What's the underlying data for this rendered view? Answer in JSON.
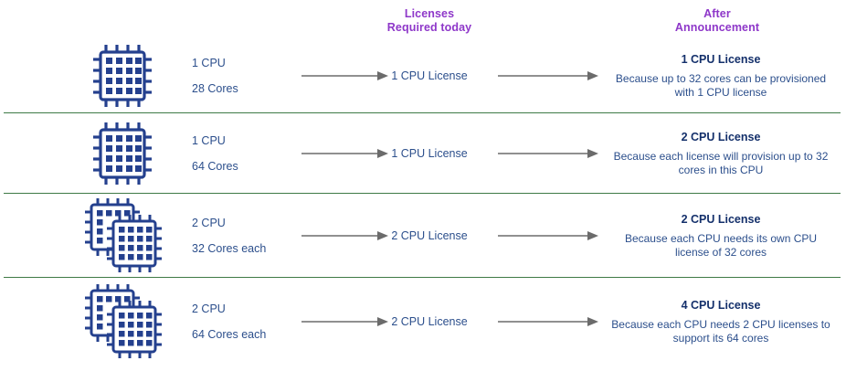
{
  "headers": {
    "middle_line1": "Licenses",
    "middle_line2": "Required today",
    "right_line1": "After",
    "right_line2": "Announcement"
  },
  "colors": {
    "header_purple": "#8E37C9",
    "body_blue": "#2C4F8C",
    "title_navy": "#14306B",
    "divider_green": "#3E7A46",
    "arrow_gray": "#6B6B6B",
    "chip_blue": "#24408E"
  },
  "rows": [
    {
      "icon": "cpu-chip-single-icon",
      "chip_count": 1,
      "cpu_count": "1 CPU",
      "cores": "28 Cores",
      "license_today": "1 CPU License",
      "result_title": "1 CPU License",
      "result_desc": "Because up to 32 cores can be provisioned with 1 CPU license"
    },
    {
      "icon": "cpu-chip-single-icon",
      "chip_count": 1,
      "cpu_count": "1 CPU",
      "cores": "64 Cores",
      "license_today": "1 CPU License",
      "result_title": "2 CPU License",
      "result_desc": "Because each license will provision up to 32 cores in this CPU"
    },
    {
      "icon": "cpu-chip-double-icon",
      "chip_count": 2,
      "cpu_count": "2 CPU",
      "cores": "32 Cores each",
      "license_today": "2 CPU License",
      "result_title": "2 CPU License",
      "result_desc": "Because each CPU needs its own CPU license of 32 cores"
    },
    {
      "icon": "cpu-chip-double-icon",
      "chip_count": 2,
      "cpu_count": "2 CPU",
      "cores": "64 Cores each",
      "license_today": "2 CPU License",
      "result_title": "4 CPU License",
      "result_desc": "Because each CPU needs 2 CPU licenses to support its 64 cores"
    }
  ]
}
